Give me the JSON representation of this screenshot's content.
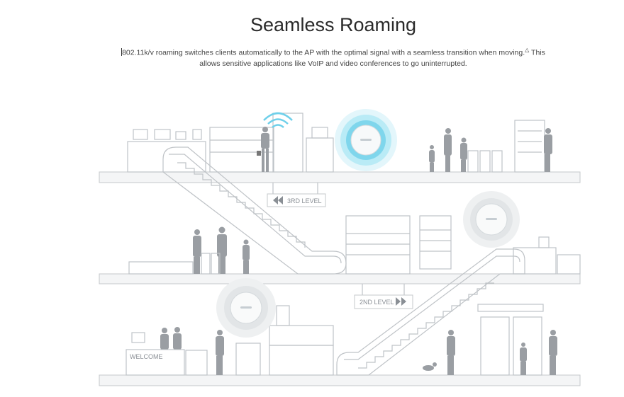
{
  "header": {
    "title": "Seamless Roaming"
  },
  "description": {
    "text": "802.11k/v roaming switches clients automatically to the AP with the optimal signal with a seamless transition when moving.",
    "note_mark": "△",
    "text2": " This allows sensitive applications like VoIP and video conferences to go uninterrupted."
  },
  "illustration": {
    "sign_3rd": "3RD LEVEL",
    "sign_2nd": "2ND LEVEL",
    "welcome": "WELCOME",
    "colors": {
      "active_ap": "#7fd6ec",
      "idle_ap": "#dfe3e6"
    }
  }
}
